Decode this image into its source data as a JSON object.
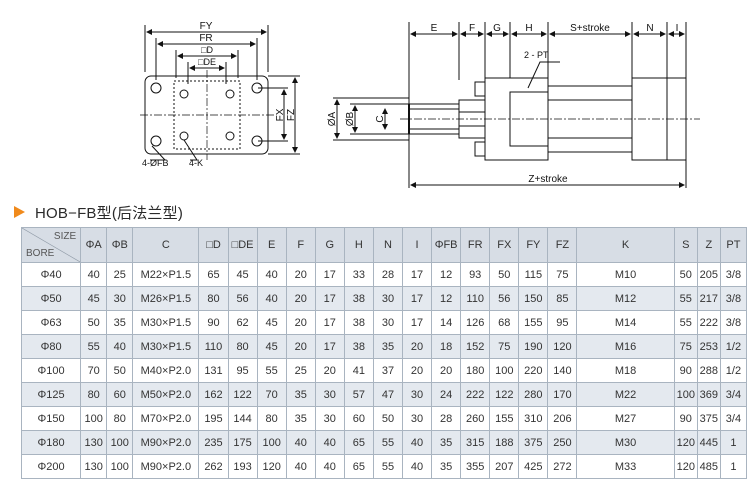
{
  "drawings": {
    "front_view": {
      "dims_top": [
        "FY",
        "FR",
        "□D",
        "□DE"
      ],
      "dims_right": [
        "FX",
        "FZ"
      ],
      "callouts": [
        "4-ØFB",
        "4-K"
      ]
    },
    "side_view": {
      "dims_top": [
        "E",
        "F",
        "G",
        "H",
        "S+stroke",
        "N",
        "I"
      ],
      "port_label": "2 - PT",
      "dims_left": [
        "ØA",
        "ØB",
        "C"
      ],
      "dim_bottom": "Z+stroke"
    }
  },
  "heading": {
    "title": "HOB−FB型(后法兰型)"
  },
  "table": {
    "corner": {
      "size": "SIZE",
      "bore": "BORE"
    },
    "columns": [
      "ΦA",
      "ΦB",
      "C",
      "□D",
      "□DE",
      "E",
      "F",
      "G",
      "H",
      "N",
      "I",
      "ΦFB",
      "FR",
      "FX",
      "FY",
      "FZ",
      "K",
      "S",
      "Z",
      "PT"
    ],
    "rows": [
      [
        "Φ40",
        "40",
        "25",
        "M22×P1.5",
        "65",
        "45",
        "40",
        "20",
        "17",
        "33",
        "28",
        "17",
        "12",
        "93",
        "50",
        "115",
        "75",
        "M10",
        "50",
        "205",
        "3/8"
      ],
      [
        "Φ50",
        "45",
        "30",
        "M26×P1.5",
        "80",
        "56",
        "40",
        "20",
        "17",
        "38",
        "30",
        "17",
        "12",
        "110",
        "56",
        "150",
        "85",
        "M12",
        "55",
        "217",
        "3/8"
      ],
      [
        "Φ63",
        "50",
        "35",
        "M30×P1.5",
        "90",
        "62",
        "45",
        "20",
        "17",
        "38",
        "30",
        "17",
        "14",
        "126",
        "68",
        "155",
        "95",
        "M14",
        "55",
        "222",
        "3/8"
      ],
      [
        "Φ80",
        "55",
        "40",
        "M30×P1.5",
        "110",
        "80",
        "45",
        "20",
        "17",
        "38",
        "35",
        "20",
        "18",
        "152",
        "75",
        "190",
        "120",
        "M16",
        "75",
        "253",
        "1/2"
      ],
      [
        "Φ100",
        "70",
        "50",
        "M40×P2.0",
        "131",
        "95",
        "55",
        "25",
        "20",
        "41",
        "37",
        "20",
        "20",
        "180",
        "100",
        "220",
        "140",
        "M18",
        "90",
        "288",
        "1/2"
      ],
      [
        "Φ125",
        "80",
        "60",
        "M50×P2.0",
        "162",
        "122",
        "70",
        "35",
        "30",
        "57",
        "47",
        "30",
        "24",
        "222",
        "122",
        "280",
        "170",
        "M22",
        "100",
        "369",
        "3/4"
      ],
      [
        "Φ150",
        "100",
        "80",
        "M70×P2.0",
        "195",
        "144",
        "80",
        "35",
        "30",
        "60",
        "50",
        "30",
        "28",
        "260",
        "155",
        "310",
        "206",
        "M27",
        "90",
        "375",
        "3/4"
      ],
      [
        "Φ180",
        "130",
        "100",
        "M90×P2.0",
        "235",
        "175",
        "100",
        "40",
        "40",
        "65",
        "55",
        "40",
        "35",
        "315",
        "188",
        "375",
        "250",
        "M30",
        "120",
        "445",
        "1"
      ],
      [
        "Φ200",
        "130",
        "100",
        "M90×P2.0",
        "262",
        "193",
        "120",
        "40",
        "40",
        "65",
        "55",
        "40",
        "35",
        "355",
        "207",
        "425",
        "272",
        "M33",
        "120",
        "485",
        "1"
      ]
    ]
  }
}
